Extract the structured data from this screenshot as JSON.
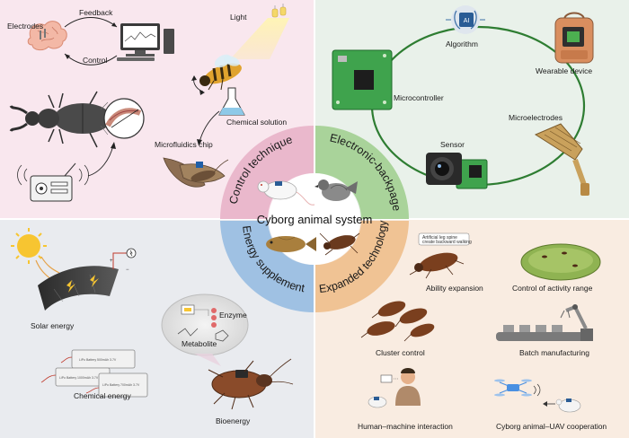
{
  "center": {
    "title": "Cyborg animal system"
  },
  "ring": {
    "top_left": "Control technique",
    "top_right": "Electronic-backpage",
    "bottom_left": "Energy supplement",
    "bottom_right": "Expanded technology"
  },
  "quadrant_control": {
    "electrodes": "Electrodes",
    "feedback": "Feedback",
    "control": "Control",
    "light": "Light",
    "chemical_solution": "Chemical solution",
    "microfluidics_chip": "Microfluidics chip"
  },
  "quadrant_backpack": {
    "algorithm": "Algorithm",
    "wearable_device": "Wearable device",
    "microcontroller": "Microcontroller",
    "microelectrodes": "Microelectrodes",
    "sensor": "Sensor"
  },
  "quadrant_energy": {
    "solar_energy": "Solar energy",
    "chemical_energy": "Chemical energy",
    "bioenergy": "Bioenergy",
    "enzyme": "Enzyme",
    "metabolite": "Metabolite",
    "battery_1": "LiPo Battery 500mAh 3.7V",
    "battery_2": "LiPo Battery 1000mAh 3.7V",
    "battery_3": "LiPo Battery 700mAh 3.7V"
  },
  "quadrant_expanded": {
    "leg_spine_note_line1": "Artificial leg spine",
    "leg_spine_note_line2": "create backward walking",
    "ability_expansion": "Ability expansion",
    "control_of_activity_range": "Control of activity range",
    "cluster_control": "Cluster control",
    "batch_manufacturing": "Batch manufacturing",
    "human_machine_interaction": "Human–machine interaction",
    "uav_cooperation": "Cyborg animal–UAV cooperation"
  },
  "colors": {
    "tl_bg": "#f9e7ee",
    "tr_bg": "#e9f1ea",
    "bl_bg": "#e9ebef",
    "br_bg": "#f9ece1",
    "ring_pink": "#eab8cc",
    "ring_green": "#a9d39a",
    "ring_blue": "#9fc1e3",
    "ring_orange": "#f0c394",
    "circuit_green": "#2e7d32"
  },
  "icons": [
    "brain-icon",
    "computer-icon",
    "bee-icon",
    "light-icon",
    "stag-beetle-icon",
    "radio-icon",
    "moth-icon",
    "flask-icon",
    "ai-chip-icon",
    "backpack-icon",
    "microcontroller-board-icon",
    "camera-sensor-icon",
    "microelectrode-probe-icon",
    "sun-icon",
    "solar-panel-icon",
    "battery-icon",
    "cockroach-icon",
    "rat-icon",
    "pigeon-icon",
    "fish-icon",
    "drone-icon",
    "robot-arm-icon",
    "person-icon"
  ]
}
